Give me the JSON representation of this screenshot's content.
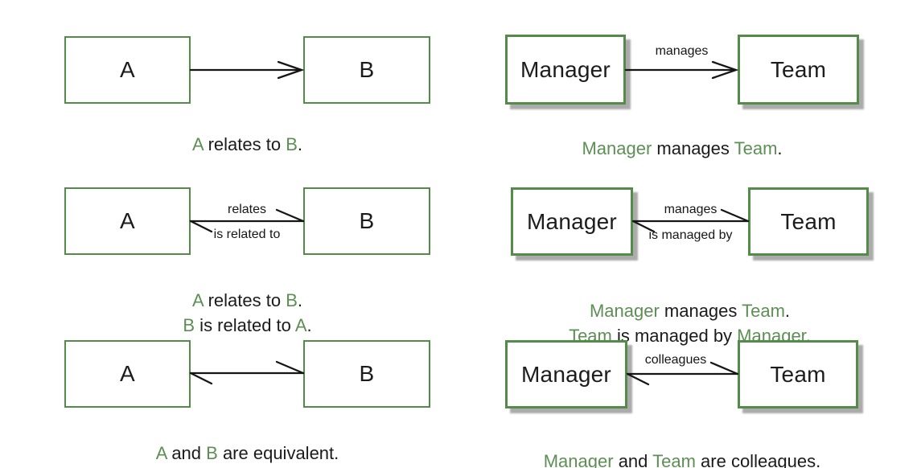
{
  "colors": {
    "box_border": "#538c49",
    "entity_green": "#5d8f55",
    "body_text": "#1b1b1b",
    "shadow": "#ababab",
    "arrow": "#151515"
  },
  "diagrams": [
    {
      "arrow_type": "single-headed-right",
      "left_label": "A",
      "right_label": "B",
      "above_label": "",
      "below_label": "",
      "caption": [
        [
          {
            "t": "A",
            "green": true
          },
          {
            "t": " relates to ",
            "green": false
          },
          {
            "t": "B",
            "green": true
          },
          {
            "t": ".",
            "green": false
          }
        ]
      ]
    },
    {
      "arrow_type": "single-headed-right",
      "left_label": "Manager",
      "right_label": "Team",
      "above_label": "manages",
      "below_label": "",
      "caption": [
        [
          {
            "t": "Manager",
            "green": true
          },
          {
            "t": " manages ",
            "green": false
          },
          {
            "t": "Team",
            "green": true
          },
          {
            "t": ".",
            "green": false
          }
        ]
      ]
    },
    {
      "arrow_type": "two-way-half-barbs",
      "left_label": "A",
      "right_label": "B",
      "above_label": "relates",
      "below_label": "is related to",
      "caption": [
        [
          {
            "t": "A",
            "green": true
          },
          {
            "t": " relates to ",
            "green": false
          },
          {
            "t": "B",
            "green": true
          },
          {
            "t": ".",
            "green": false
          }
        ],
        [
          {
            "t": "B",
            "green": true
          },
          {
            "t": " is related to ",
            "green": false
          },
          {
            "t": "A",
            "green": true
          },
          {
            "t": ".",
            "green": false
          }
        ]
      ]
    },
    {
      "arrow_type": "two-way-half-barbs",
      "left_label": "Manager",
      "right_label": "Team",
      "above_label": "manages",
      "below_label": "is managed by",
      "caption": [
        [
          {
            "t": "Manager",
            "green": true
          },
          {
            "t": " manages ",
            "green": false
          },
          {
            "t": "Team",
            "green": true
          },
          {
            "t": ".",
            "green": false
          }
        ],
        [
          {
            "t": "Team",
            "green": true
          },
          {
            "t": " is managed by ",
            "green": false
          },
          {
            "t": "Manager",
            "green": true
          },
          {
            "t": ".",
            "green": false
          }
        ]
      ]
    },
    {
      "arrow_type": "two-way-half-barbs",
      "left_label": "A",
      "right_label": "B",
      "above_label": "",
      "below_label": "",
      "caption": [
        [
          {
            "t": "A",
            "green": true
          },
          {
            "t": " and ",
            "green": false
          },
          {
            "t": "B",
            "green": true
          },
          {
            "t": " are equivalent.",
            "green": false
          }
        ]
      ]
    },
    {
      "arrow_type": "two-way-half-barbs",
      "left_label": "Manager",
      "right_label": "Team",
      "above_label": "colleagues",
      "below_label": "",
      "caption": [
        [
          {
            "t": "Manager",
            "green": true
          },
          {
            "t": " and ",
            "green": false
          },
          {
            "t": "Team",
            "green": true
          },
          {
            "t": " are colleagues.",
            "green": false
          }
        ]
      ]
    }
  ]
}
